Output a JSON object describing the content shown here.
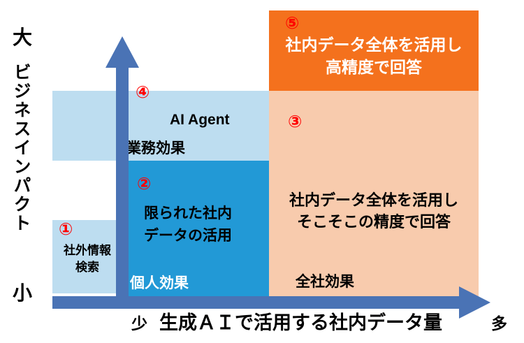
{
  "y_axis": {
    "max": "大",
    "label": "ビジネスインパクト",
    "min": "小"
  },
  "x_axis": {
    "min": "少",
    "label": "生成ＡＩで活用する社内データ量",
    "max": "多"
  },
  "regions": {
    "external_search": {
      "number": "①",
      "line1": "社外情報",
      "line2": "検索"
    },
    "limited_internal_data": {
      "number": "②",
      "line1": "限られた社内",
      "line2": "データの活用",
      "footer": "個人効果"
    },
    "company_wide": {
      "number": "③",
      "line1": "社内データ全体を活用し",
      "line2": "そこそこの精度で回答",
      "footer": "全社効果"
    },
    "ai_agent": {
      "number": "④",
      "title": "AI Agent",
      "footer": "業務効果"
    },
    "high_precision": {
      "number": "⑤",
      "line1": "社内データ全体を活用し",
      "line2": "高精度で回答"
    }
  },
  "colors": {
    "light_blue": "#BDDDF0",
    "medium_blue": "#2299D6",
    "peach": "#F8CBAD",
    "orange": "#F4711D",
    "arrow_blue": "#4A73B5",
    "number_red": "#FF0000"
  }
}
